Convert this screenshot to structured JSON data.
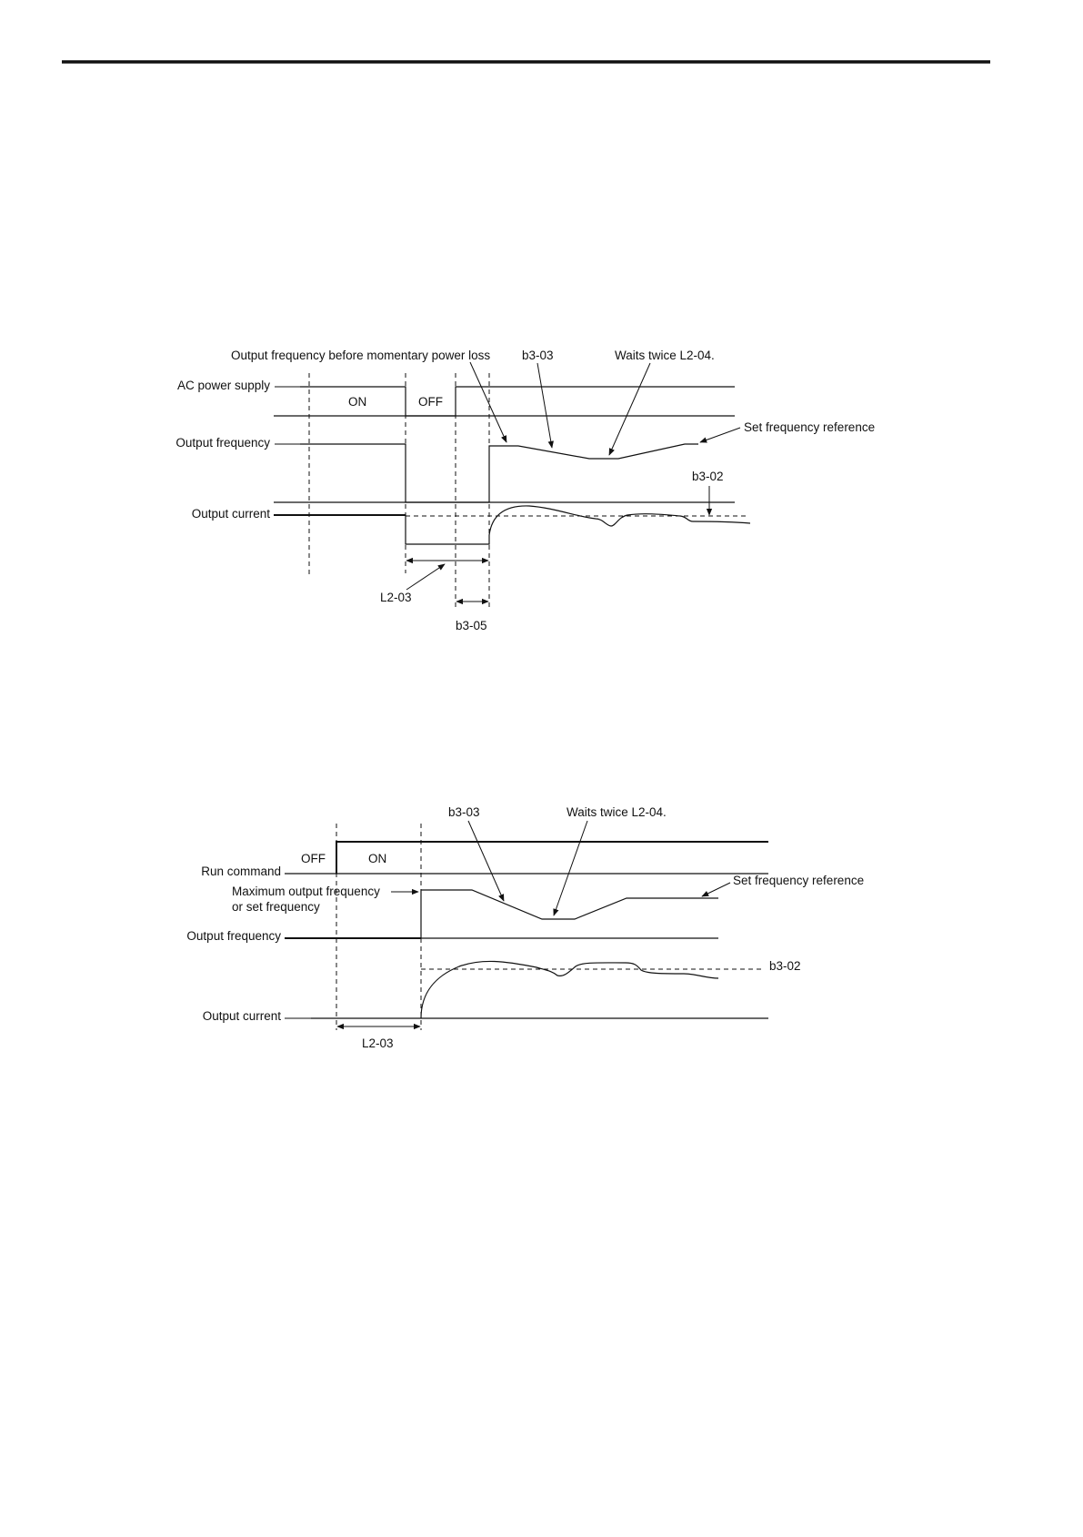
{
  "diagram1": {
    "labels": {
      "ac_power_supply": "AC power supply",
      "output_frequency": "Output frequency",
      "output_current": "Output current",
      "on": "ON",
      "off": "OFF",
      "freq_before_loss": "Output frequency before momentary power loss",
      "b3_03": "b3-03",
      "waits_twice": "Waits twice L2-04.",
      "set_freq_ref": "Set frequency reference",
      "b3_02": "b3-02",
      "l2_03": "L2-03",
      "b3_05": "b3-05"
    }
  },
  "diagram2": {
    "labels": {
      "run_command": "Run command",
      "off": "OFF",
      "on": "ON",
      "max_freq_line1": "Maximum output frequency",
      "max_freq_line2": "or set frequency",
      "output_frequency": "Output frequency",
      "output_current": "Output current",
      "b3_03": "b3-03",
      "waits_twice": "Waits twice L2-04.",
      "set_freq_ref": "Set frequency reference",
      "b3_02": "b3-02",
      "l2_03": "L2-03"
    }
  }
}
